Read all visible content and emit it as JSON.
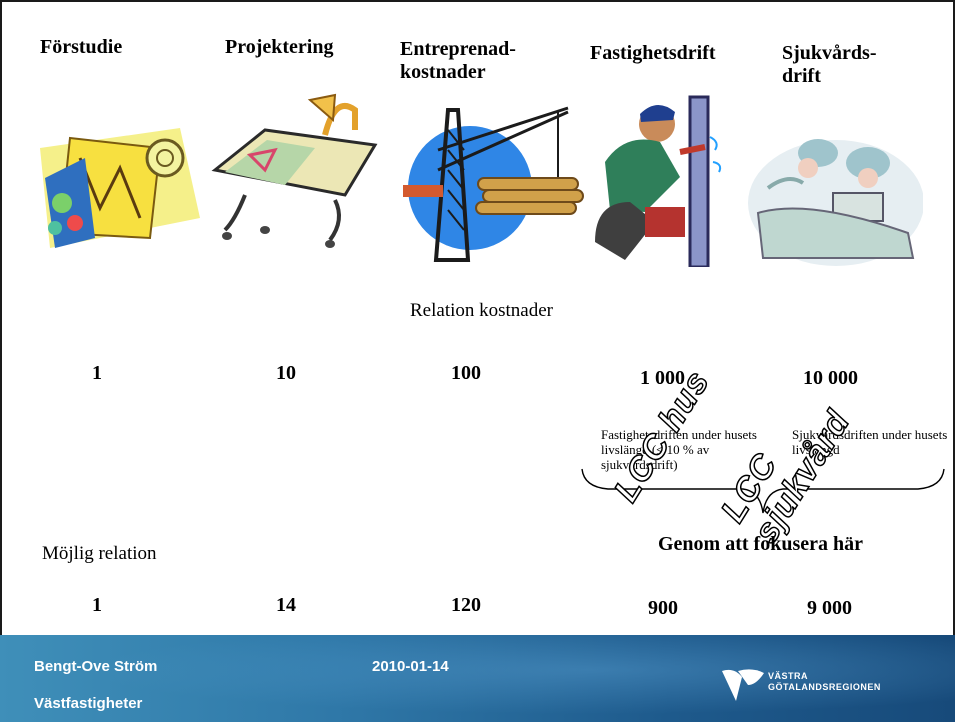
{
  "phases": [
    "Förstudie",
    "Projektering",
    "Entreprenad-\nkostnader",
    "Fastighetsdrift",
    "Sjukvårds-\ndrift"
  ],
  "relation_title": "Relation kostnader",
  "cost_relation": [
    "1",
    "10",
    "100",
    "1 000",
    "10 000"
  ],
  "notes": {
    "fastighet": "Fastighetsdriften under husets livslängd (≤ 10 % av sjukvårdsdrift)",
    "sjukvard": "Sjukvårdsdriften under husets livslängd"
  },
  "stamps": {
    "lcc_hus": "LCC hus",
    "lcc_sjukvard": "LCC sjukvård"
  },
  "focus_text": "Genom att fokusera här",
  "possible_title": "Möjlig relation",
  "possible_relation": [
    "1",
    "14",
    "120",
    "900",
    "9 000"
  ],
  "footer": {
    "author": "Bengt-Ove Ström",
    "org": "Västfastigheter",
    "date": "2010-01-14",
    "logo_text_1": "VÄSTRA",
    "logo_text_2": "GÖTALANDSREGIONEN"
  },
  "colors": {
    "footer_start": "#3f8fb9",
    "footer_end": "#174a7a",
    "logo_mark": "#ffffff"
  }
}
